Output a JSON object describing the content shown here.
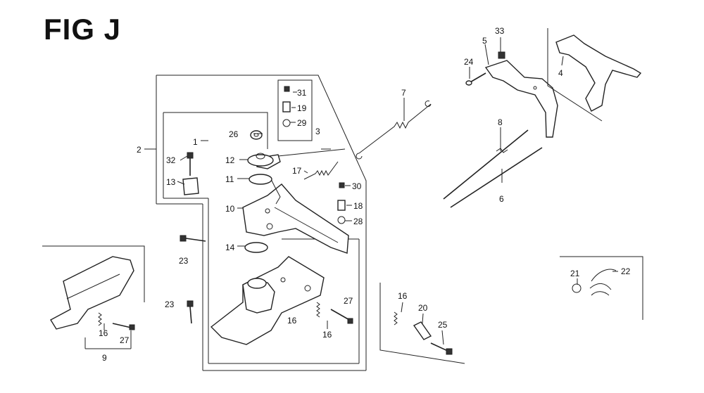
{
  "figure": {
    "title": "FIG J"
  },
  "callouts": {
    "c1": "1",
    "c2": "2",
    "c3": "3",
    "c4": "4",
    "c5": "5",
    "c6": "6",
    "c7": "7",
    "c8": "8",
    "c9": "9",
    "c10": "10",
    "c11": "11",
    "c12": "12",
    "c13": "13",
    "c14": "14",
    "c16a": "16",
    "c16b": "16",
    "c16c": "16",
    "c16d": "16",
    "c17": "17",
    "c18": "18",
    "c19": "19",
    "c20": "20",
    "c21": "21",
    "c22": "22",
    "c23a": "23",
    "c23b": "23",
    "c24": "24",
    "c25": "25",
    "c26": "26",
    "c27a": "27",
    "c27b": "27",
    "c28": "28",
    "c29": "29",
    "c30": "30",
    "c31": "31",
    "c32": "32",
    "c33": "33"
  }
}
